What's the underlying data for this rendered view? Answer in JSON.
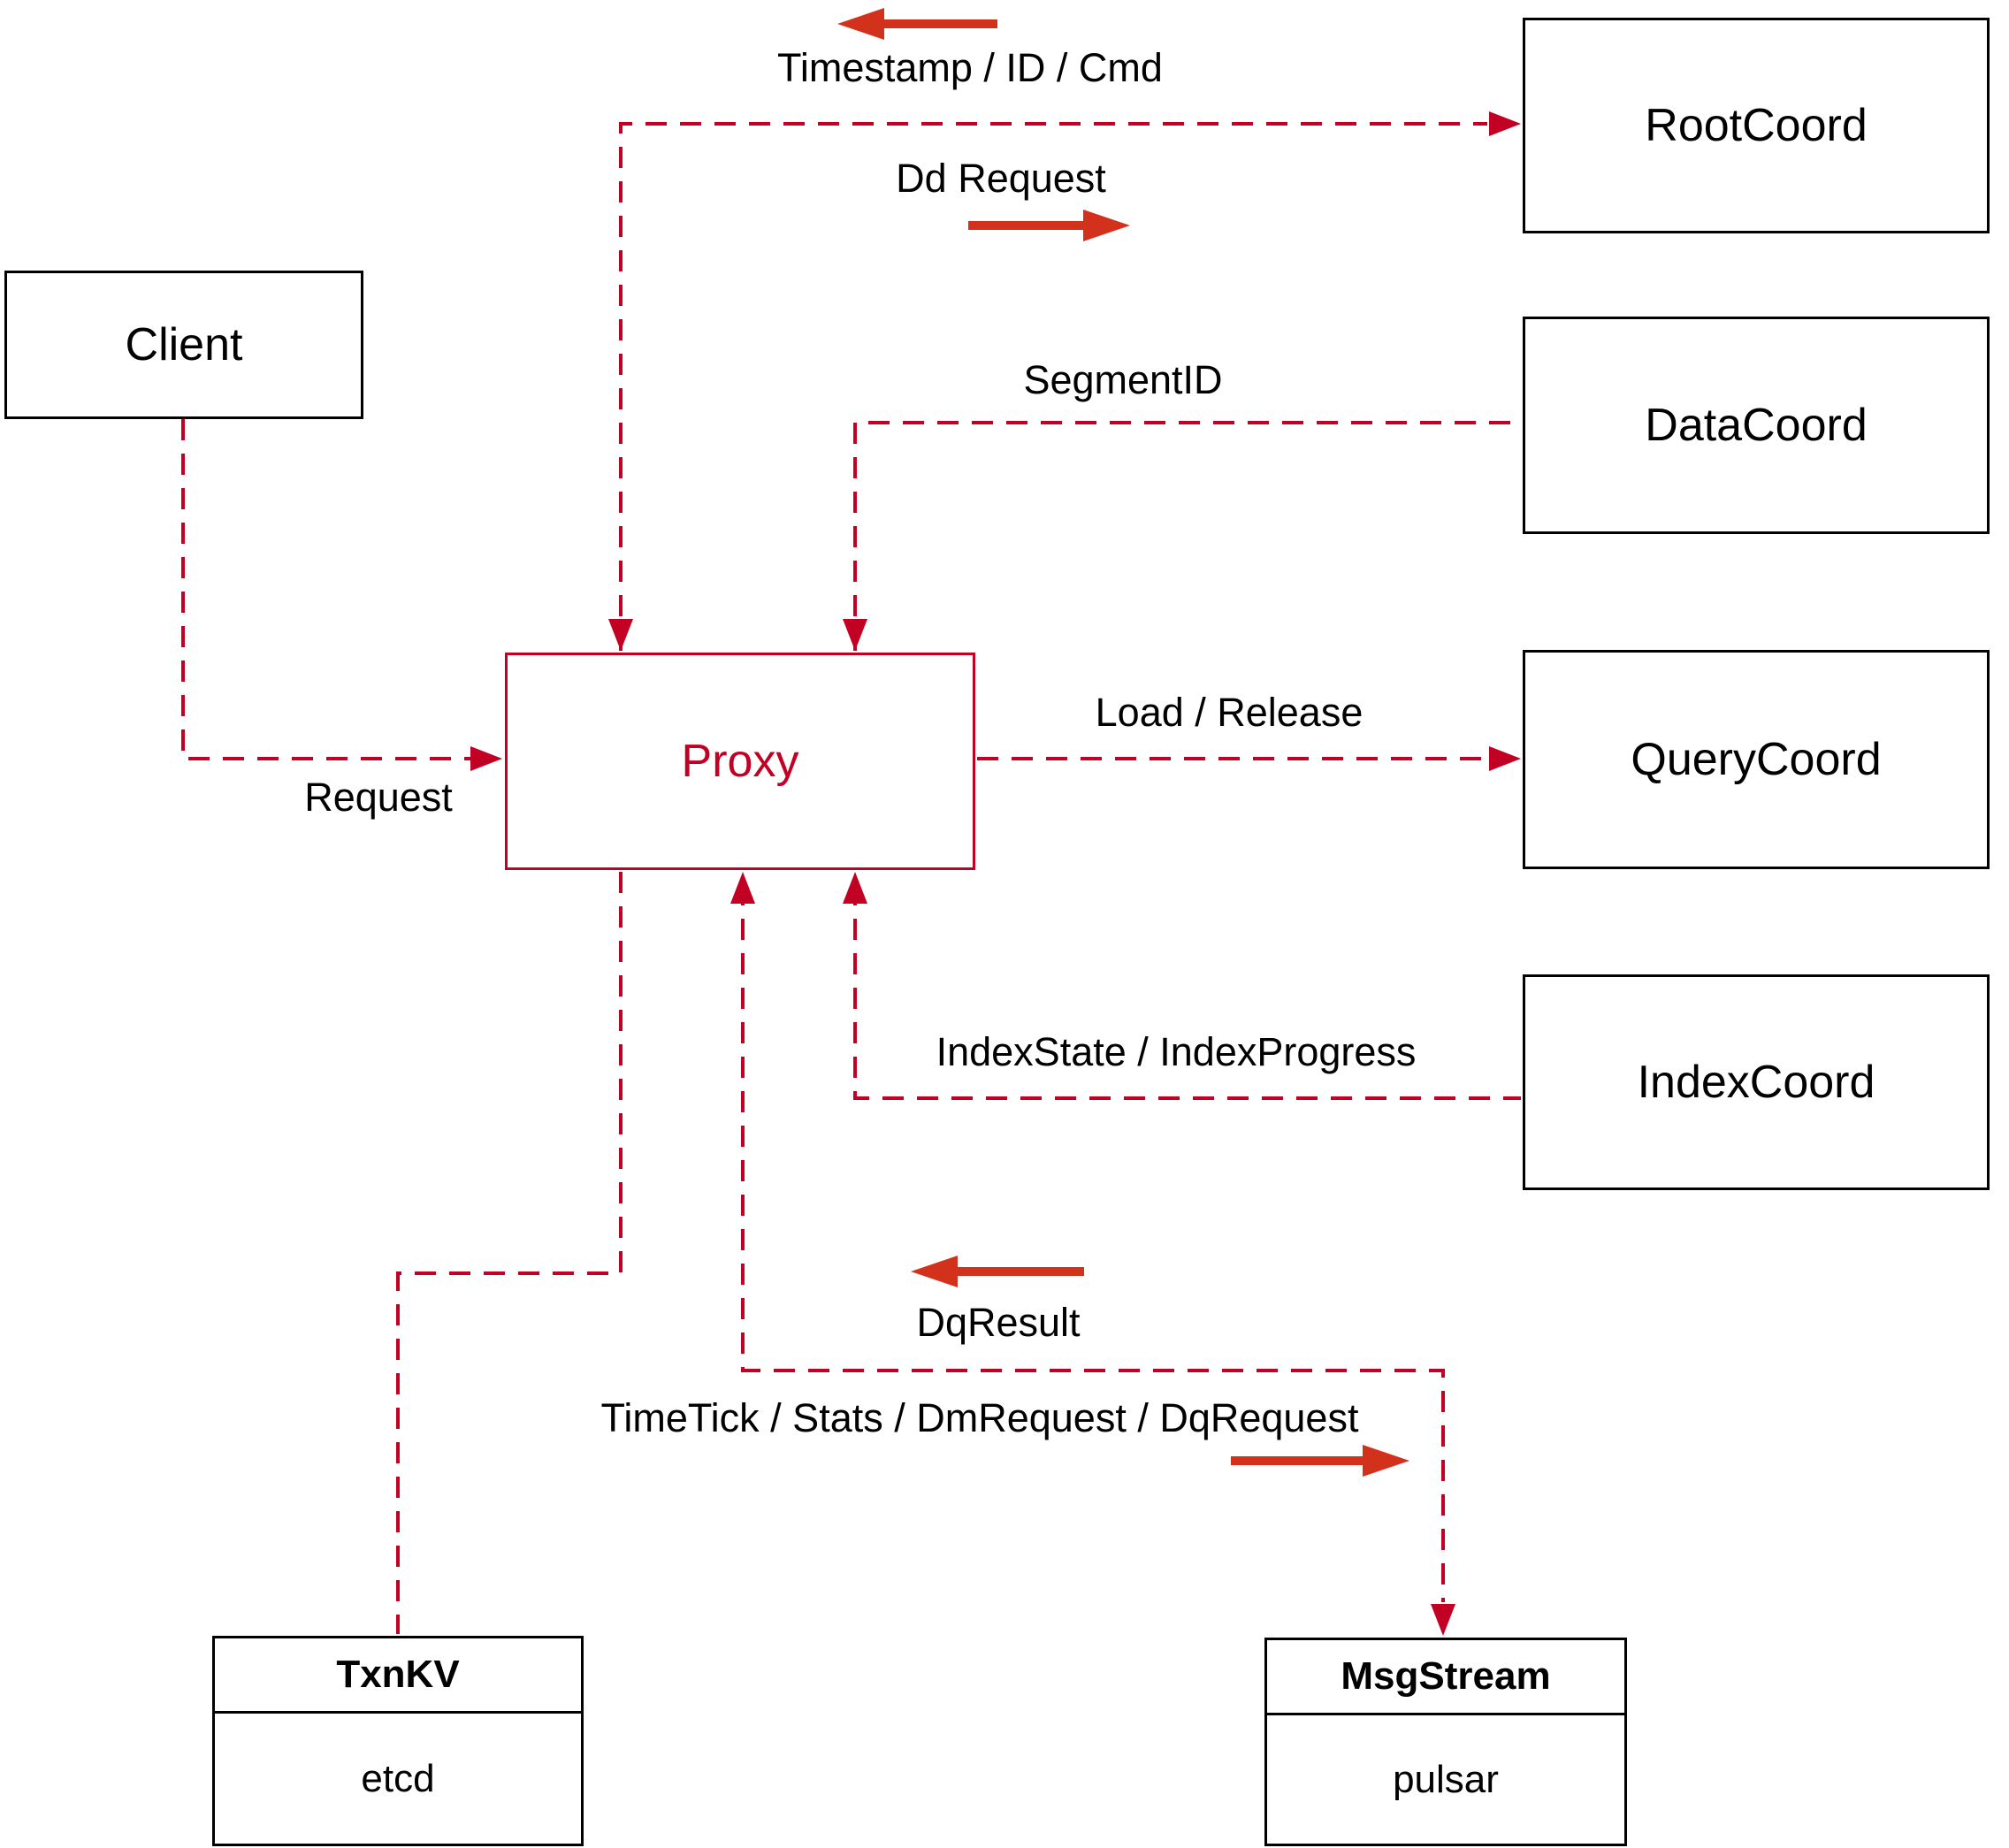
{
  "diagram": {
    "title_hint": "Proxy architecture diagram",
    "nodes": {
      "client": {
        "label": "Client"
      },
      "proxy": {
        "label": "Proxy"
      },
      "root_coord": {
        "label": "RootCoord"
      },
      "data_coord": {
        "label": "DataCoord"
      },
      "query_coord": {
        "label": "QueryCoord"
      },
      "index_coord": {
        "label": "IndexCoord"
      },
      "txn_kv": {
        "title": "TxnKV",
        "subtitle": "etcd"
      },
      "msg_stream": {
        "title": "MsgStream",
        "subtitle": "pulsar"
      }
    },
    "edge_labels": {
      "request": "Request",
      "timestamp_id_cmd": "Timestamp / ID / Cmd",
      "dd_request": "Dd Request",
      "segment_id": "SegmentID",
      "load_release": "Load / Release",
      "index_state_progress": "IndexState / IndexProgress",
      "dq_result": "DqResult",
      "time_tick": "TimeTick / Stats / DmRequest / DqRequest"
    },
    "colors": {
      "dashed_line": "#c20023",
      "direction_arrow": "#d2311c",
      "box_border": "#000000",
      "text": "#000000",
      "proxy_accent": "#c20023",
      "background": "#ffffff"
    }
  }
}
